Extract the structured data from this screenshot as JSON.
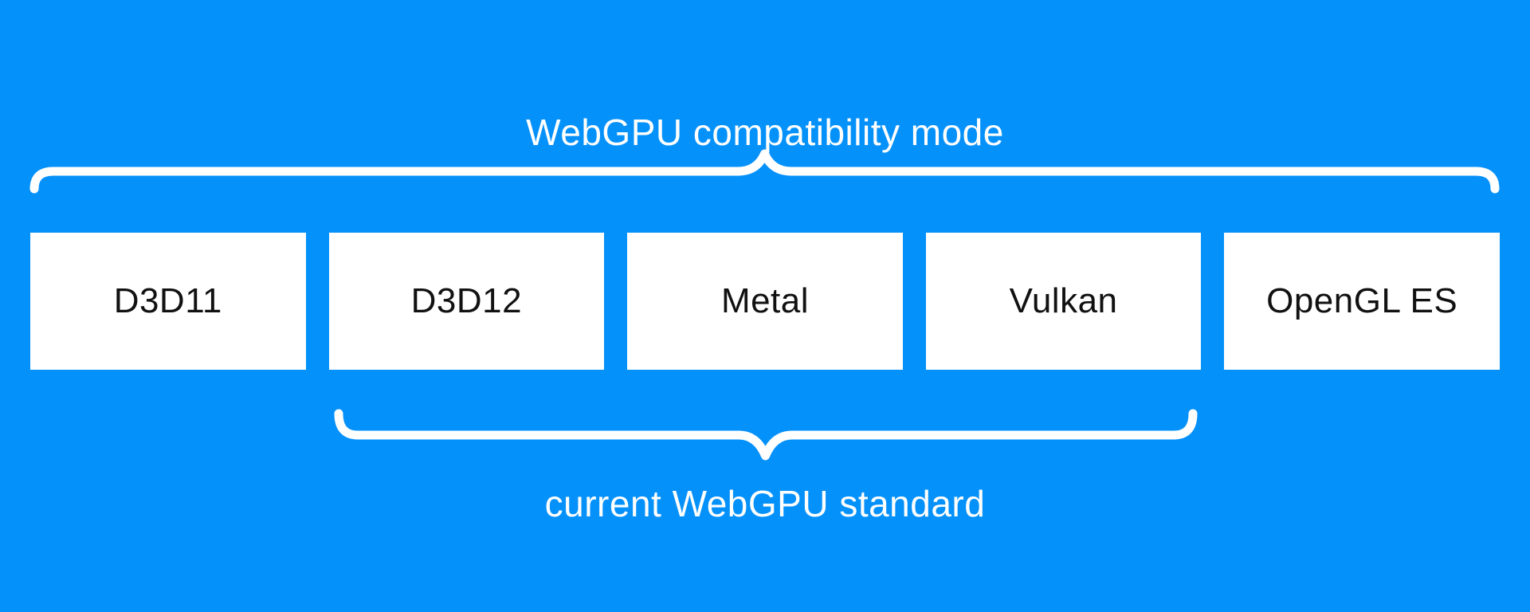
{
  "diagram": {
    "top_label": "WebGPU compatibility mode",
    "bottom_label": "current WebGPU standard",
    "boxes": [
      {
        "label": "D3D11"
      },
      {
        "label": "D3D12"
      },
      {
        "label": "Metal"
      },
      {
        "label": "Vulkan"
      },
      {
        "label": "OpenGL ES"
      }
    ],
    "top_brace_spans": "D3D11, D3D12, Metal, Vulkan, OpenGL ES",
    "bottom_brace_spans": "D3D12, Metal, Vulkan"
  },
  "colors": {
    "background": "#0591fa",
    "box_fill": "#ffffff",
    "box_text": "#111111",
    "label_text": "#ffffff",
    "brace": "#ffffff"
  }
}
